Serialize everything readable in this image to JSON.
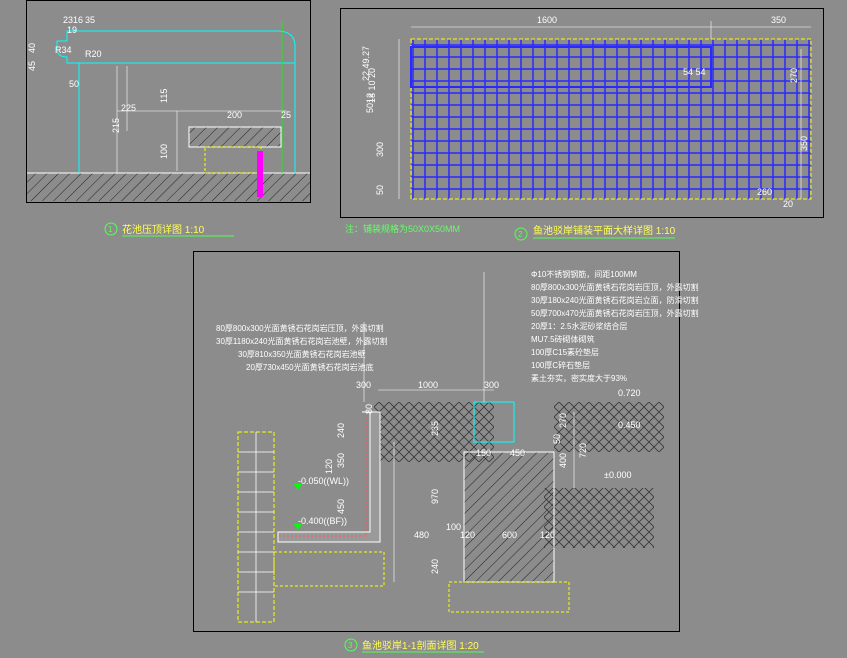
{
  "panel1": {
    "dims": {
      "top_a": "2316",
      "top_b": "35",
      "r19": "19",
      "r34": "R34",
      "r20": "R20",
      "d40": "40",
      "d45": "45",
      "d50": "50",
      "d225": "225",
      "d115": "115",
      "d215": "215",
      "d200": "200",
      "d25": "25",
      "d100": "100"
    },
    "title": "花池压顶详图 1:10",
    "num": "1"
  },
  "panel2": {
    "dims": {
      "top_left": "1600",
      "top_right": "350",
      "l1": "22.49.27",
      "l2": "18 10 20",
      "l3": "5012",
      "l4": "300",
      "l5": "50",
      "r1": "54 54",
      "r2": "270",
      "r3": "350",
      "b1": "260",
      "b2": "20"
    },
    "spec": "注：铺装规格为50X0X50MM",
    "title": "鱼池驳岸铺装平面大样详图 1:10",
    "num": "2"
  },
  "panel3": {
    "left_notes": [
      "80厚800x300光面黄锈石花岗岩压顶，外露切割",
      "30厚1180x240光面黄锈石花岗岩池壁，外露切割",
      "30厚810x350光面黄锈石花岗岩池壁",
      "20厚730x450光面黄锈石花岗岩池底"
    ],
    "right_notes": [
      "Φ10不锈钢钢筋，间距100MM",
      "80厚800x300光面黄锈石花岗岩压顶，外露切割",
      "30厚180x240光面黄锈石花岗岩立面，防滑切割",
      "50厚700x470光面黄锈石花岗岩压顶，外露切割",
      "20厚1：2.5水泥砂浆结合层",
      "MU7.5砖砌体砌筑",
      "100厚C15素砼垫层",
      "100厚C碎石垫层",
      "素土夯实，密实度大于93%"
    ],
    "dims": {
      "t300a": "300",
      "t1000": "1000",
      "t300b": "300",
      "v80": "80",
      "v240": "240",
      "v120": "120",
      "v350": "350",
      "v450": "450",
      "v235": "235",
      "v970": "970",
      "v240b": "240",
      "h480": "480",
      "h100": "100",
      "h120a": "120",
      "h600": "600",
      "h120b": "120",
      "h150": "150",
      "h450": "450",
      "v270": "270",
      "v50": "50",
      "v720": "720",
      "v400": "400"
    },
    "levels": {
      "wl": "-0.050((WL))",
      "bf": "-0.400((BF))",
      "e720": "0.720",
      "e450": "0.450",
      "e000": "±0.000"
    },
    "title": "鱼池驳岸1-1剖面详图 1:20",
    "num": "3"
  },
  "colors": {
    "bg": "#8c8c8c",
    "line": "#ffffff",
    "cyan": "#00ffff",
    "yellow": "#ffff00",
    "green": "#00ff00",
    "blue": "#2222ff",
    "magenta": "#ff00ff",
    "red": "#ff3333"
  }
}
